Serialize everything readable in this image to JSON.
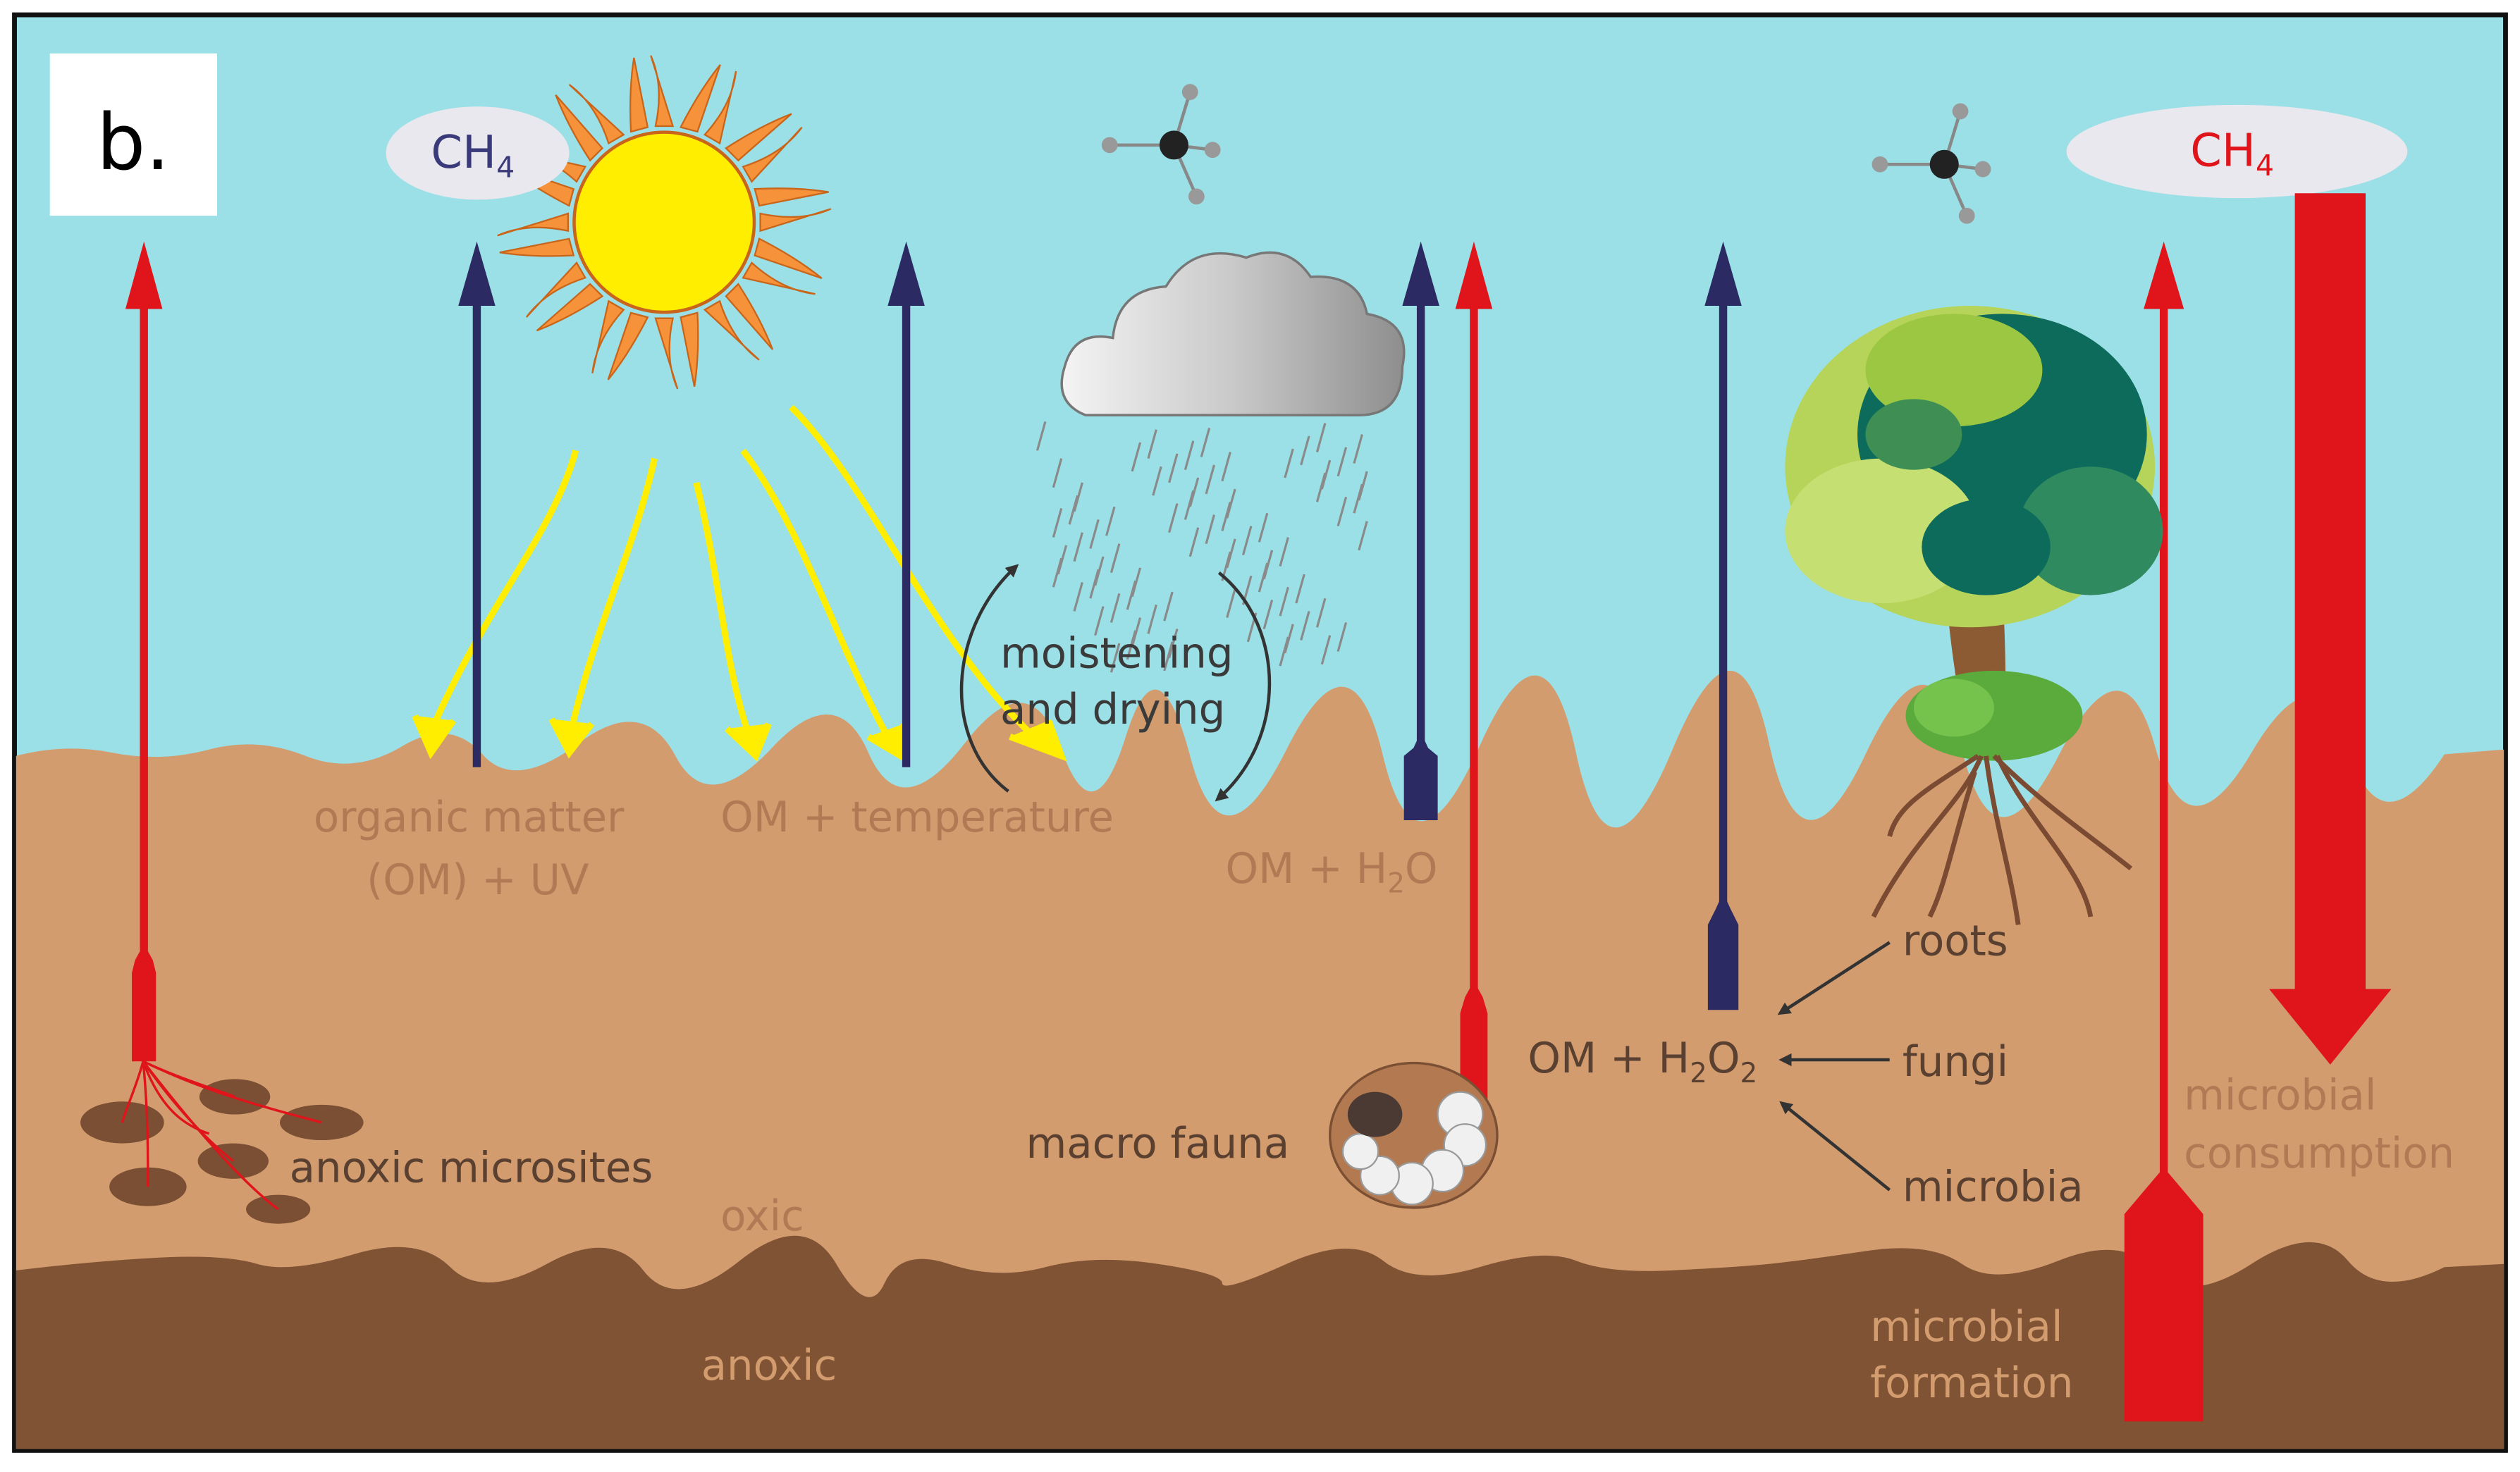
{
  "panel_label": "b.",
  "labels": {
    "ch4_left": "CH",
    "ch4_right": "CH",
    "ch4_sub": "4",
    "organic_matter_line1": "organic matter",
    "organic_matter_line2": "(OM) + UV",
    "om_temperature": "OM + temperature",
    "moistening_line1": "moistening",
    "moistening_line2": "and drying",
    "om_h2o_prefix": "OM + H",
    "om_h2o_sub": "2",
    "om_h2o_suffix": "O",
    "om_h2o2_prefix": "OM + H",
    "om_h2o2_sub1": "2",
    "om_h2o2_mid": "O",
    "om_h2o2_sub2": "2",
    "roots": "roots",
    "fungi": "fungi",
    "microbia": "microbia",
    "macro_fauna": "macro fauna",
    "anoxic_microsites": "anoxic microsites",
    "oxic": "oxic",
    "anoxic": "anoxic",
    "microbial_consumption_line1": "microbial",
    "microbial_consumption_line2": "consumption",
    "microbial_formation_line1": "microbial",
    "microbial_formation_line2": "formation"
  },
  "colors": {
    "sky": "#9be0e6",
    "soil": "#d39c6e",
    "anoxic_soil": "#805335",
    "red_arrow": "#e0141b",
    "navy_arrow": "#2b2a62",
    "sun_core": "#ffee00",
    "sun_rays": "#f5923a",
    "light_rays": "#ffee00",
    "soil_text": "#b07a55",
    "dark_text": "#3a3a3a",
    "ch4_text_left": "#3a3a7a",
    "ch4_text_right": "#e0141b",
    "anoxic_text": "#d39c6e"
  }
}
